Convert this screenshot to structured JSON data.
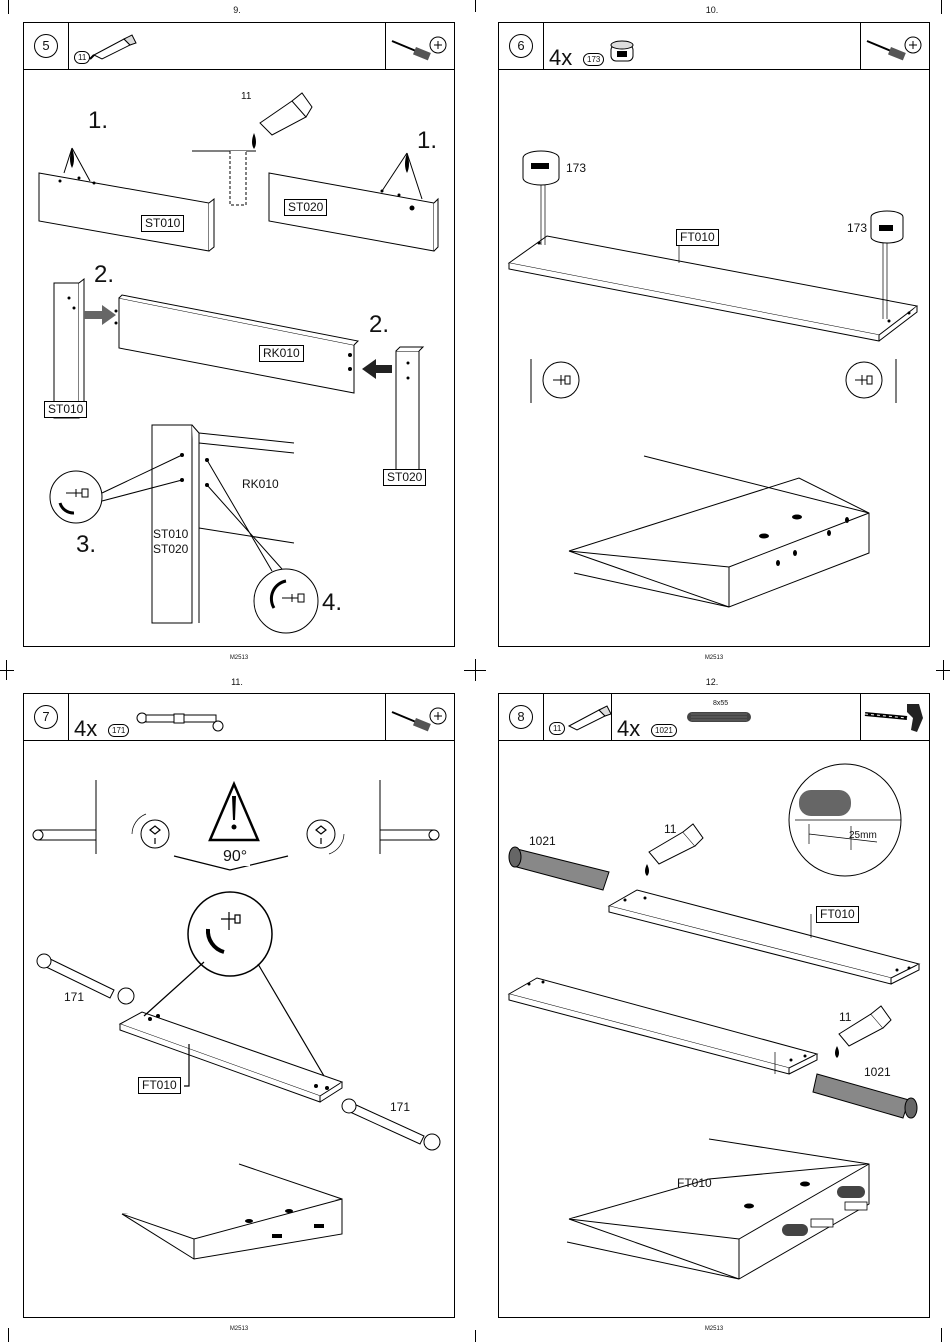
{
  "pages": [
    {
      "page_number": "9.",
      "footer": "M2513",
      "step": "5",
      "header_parts": [
        {
          "code": "11"
        }
      ],
      "labels": {
        "glue_code": "11",
        "step1_left": "1.",
        "step1_right": "1.",
        "step2_left": "2.",
        "step2_right": "2.",
        "step3": "3.",
        "step4": "4.",
        "st010_top": "ST010",
        "st020_top": "ST020",
        "rk010": "RK010",
        "st010_side": "ST010",
        "st020_side": "ST020",
        "rk010_detail": "RK010",
        "st010_detail": "ST010",
        "st020_detail": "ST020"
      }
    },
    {
      "page_number": "10.",
      "footer": "M2513",
      "step": "6",
      "quantity": "4x",
      "part_code": "173",
      "labels": {
        "cam_left": "173",
        "cam_right": "173",
        "board": "FT010"
      }
    },
    {
      "page_number": "11.",
      "footer": "M2513",
      "step": "7",
      "quantity": "4x",
      "part_code": "171",
      "labels": {
        "angle": "90°",
        "bolt_left": "171",
        "bolt_right": "171",
        "board": "FT010"
      }
    },
    {
      "page_number": "12.",
      "footer": "M2513",
      "step": "8",
      "glue_code": "11",
      "quantity": "4x",
      "part_code": "1021",
      "dowel_size": "8x55",
      "labels": {
        "dowel_top": "1021",
        "glue_top": "11",
        "board": "FT010",
        "depth": "25mm",
        "glue_bottom": "11",
        "dowel_bottom": "1021",
        "board_bottom": "FT010"
      }
    }
  ]
}
